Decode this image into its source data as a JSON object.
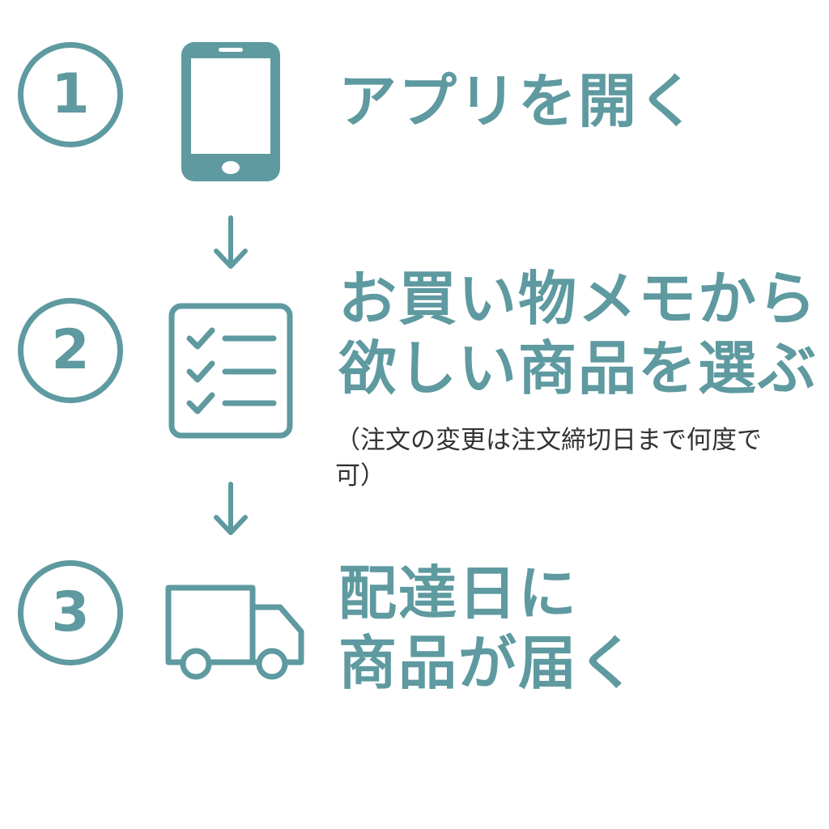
{
  "colors": {
    "accent": "#5e9aa0",
    "note_text": "#333333",
    "background": "#ffffff"
  },
  "steps": [
    {
      "number": "1",
      "icon": "smartphone-icon",
      "lines": [
        "アプリを開く"
      ]
    },
    {
      "number": "2",
      "icon": "checklist-icon",
      "lines": [
        "お買い物メモから",
        "欲しい商品を選ぶ"
      ],
      "note_lines": [
        "（注文の変更は注文締切日まで何度で",
        "可）"
      ]
    },
    {
      "number": "3",
      "icon": "delivery-truck-icon",
      "lines": [
        "配達日に",
        "商品が届く"
      ]
    }
  ],
  "arrow_icon": "down-arrow-icon"
}
